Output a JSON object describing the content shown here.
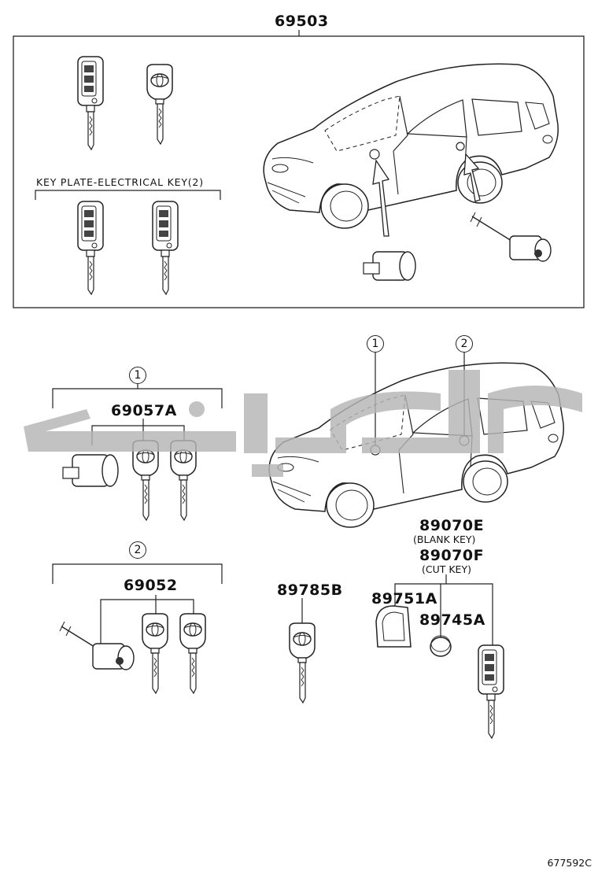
{
  "top_part": {
    "number": "69503"
  },
  "key_plate_label": "KEY PLATE-ELECTRICAL KEY(2)",
  "groups": [
    {
      "ref": "1",
      "number": "69057A"
    },
    {
      "ref": "2",
      "number": "69052"
    }
  ],
  "car_refs": [
    "1",
    "2"
  ],
  "parts": {
    "p89785B": "89785B",
    "p89070E": "89070E",
    "blank_key": "(BLANK KEY)",
    "p89070F": "89070F",
    "cut_key": "(CUT KEY)",
    "p89751A": "89751A",
    "p89745A": "89745A"
  },
  "diagram_code": "677592C",
  "colors": {
    "line": "#222222",
    "watermark": "#b5b5b5"
  }
}
